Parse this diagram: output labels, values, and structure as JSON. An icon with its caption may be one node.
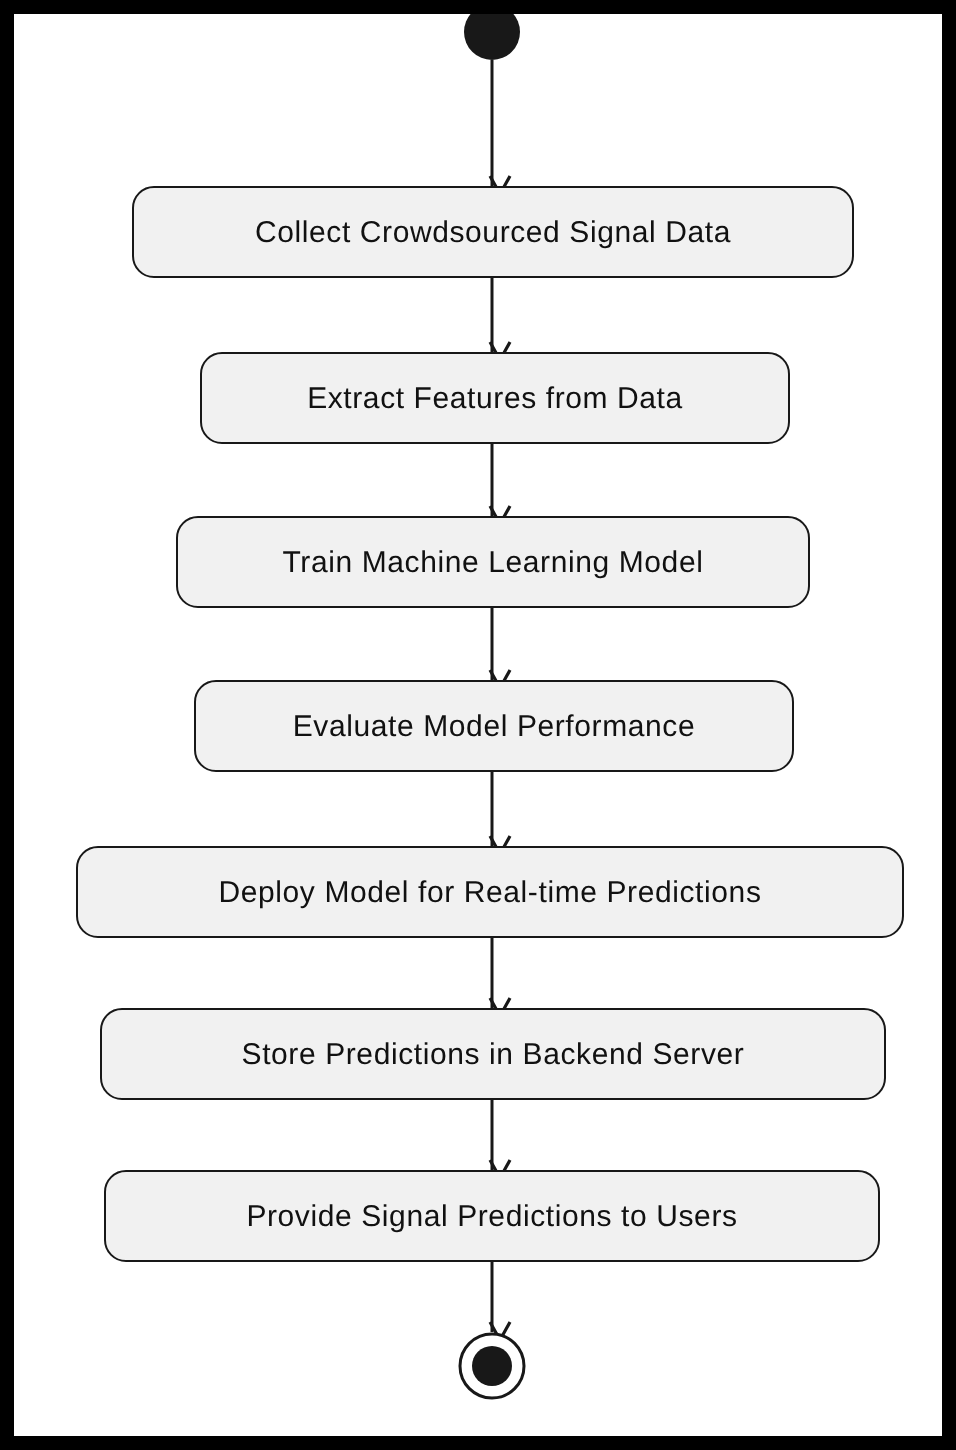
{
  "diagram": {
    "nodes": [
      {
        "text": [],
        "shape": "circle"
      },
      {
        "text": [
          "Collect Crowdsourced Signal Data"
        ]
      },
      {
        "text": [
          "Extract Features from Data"
        ]
      },
      {
        "text": [
          "Train Machine Learning Model"
        ]
      },
      {
        "text": [
          "Evaluate Model Performance"
        ]
      },
      {
        "text": [
          "Deploy Model for Real-time Predictions"
        ]
      },
      {
        "text": [
          "Store Predictions in Backend Server"
        ]
      },
      {
        "text": [
          "Provide Signal Predictions to Users"
        ]
      },
      {
        "text": [],
        "shape": "circle"
      }
    ],
    "edges": [
      {
        "from": 0,
        "to": 1,
        "arrow": "to"
      },
      {
        "from": 1,
        "to": 2,
        "arrow": "to"
      },
      {
        "from": 2,
        "to": 3,
        "arrow": "to"
      },
      {
        "from": 3,
        "to": 4,
        "arrow": "to"
      },
      {
        "from": 4,
        "to": 5,
        "arrow": "to"
      },
      {
        "from": 5,
        "to": 6,
        "arrow": "to"
      },
      {
        "from": 6,
        "to": 7,
        "arrow": "to"
      },
      {
        "from": 7,
        "to": 8,
        "arrow": "to"
      }
    ]
  }
}
